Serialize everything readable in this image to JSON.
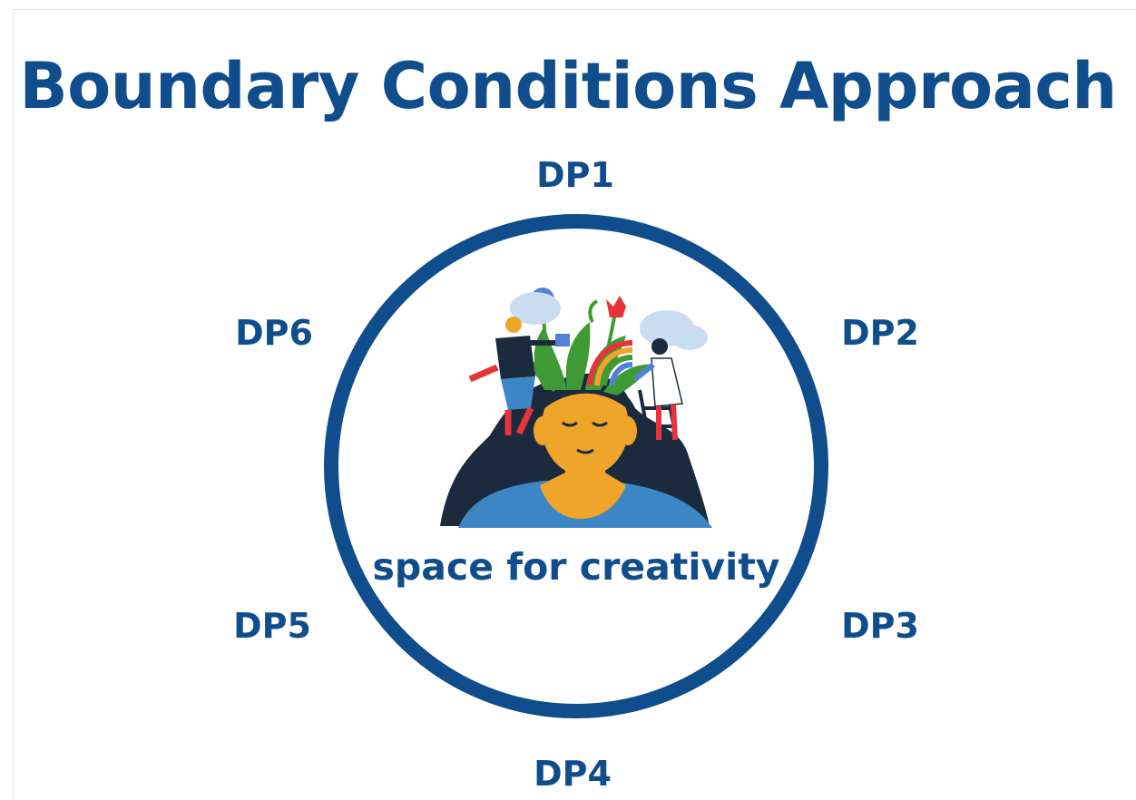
{
  "title": "Boundary Conditions Approach",
  "center_caption": "space for creativity",
  "design_principles": [
    "DP1",
    "DP2",
    "DP3",
    "DP4",
    "DP5",
    "DP6"
  ],
  "colors": {
    "primary": "#0f4d8c",
    "ring": "#0f4d8c",
    "hair": "#1b2b3d",
    "skin": "#efa52a",
    "shirt": "#3d86c6",
    "leaf": "#3f9a35",
    "flower_red": "#e8333a",
    "flower_blue": "#4f82d6",
    "cloud": "#c9dcf2"
  },
  "illustration": {
    "name": "woman-with-plants-growing-from-head",
    "icons": [
      "woman-head-illustration",
      "gardener-figure",
      "ladder-figure",
      "rainbow-icon",
      "flower-icon",
      "cloud-icon"
    ]
  }
}
